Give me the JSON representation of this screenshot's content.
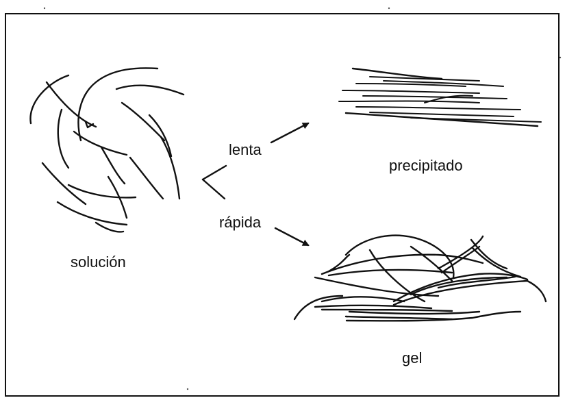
{
  "labels": {
    "slow": "lenta",
    "fast": "rápida",
    "solution": "solución",
    "precipitate": "precipitado",
    "gel": "gel"
  },
  "colors": {
    "ink": "#111111",
    "background": "#ffffff"
  }
}
